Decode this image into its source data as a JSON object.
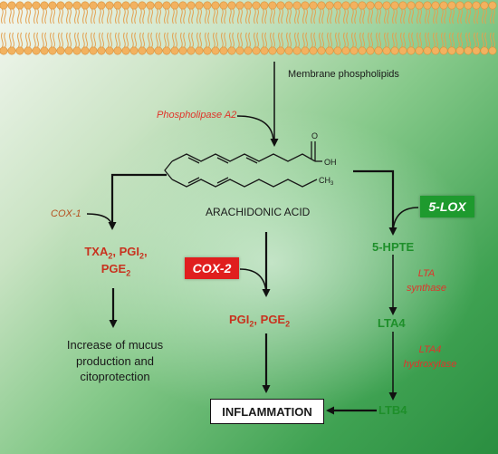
{
  "membrane_label": "Membrane phospholipids",
  "enzymes": {
    "phospholipase": "Phospholipase A2",
    "cox1": "COX-1",
    "cox2": "COX-2",
    "lox5": "5-LOX",
    "lta_synthase": [
      "LTA",
      "synthase"
    ],
    "lta4_hydroxylase": [
      "LTA4",
      "hydroxylase"
    ]
  },
  "molecule": {
    "name": "ARACHIDONIC ACID",
    "oh": "OH",
    "ch3": "CH",
    "ch3_sub": "3"
  },
  "cox1_products": {
    "line1": [
      {
        "t": "TXA",
        "s": ""
      },
      {
        "t": "",
        "s": "2"
      },
      {
        "t": ", PGI",
        "s": ""
      },
      {
        "t": "",
        "s": "2"
      },
      {
        "t": ",",
        "s": ""
      }
    ],
    "line2": [
      {
        "t": "PGE",
        "s": ""
      },
      {
        "t": "",
        "s": "2"
      }
    ]
  },
  "cox2_products": [
    {
      "t": "PGI",
      "s": ""
    },
    {
      "t": "",
      "s": "2"
    },
    {
      "t": ", PGE",
      "s": ""
    },
    {
      "t": "",
      "s": "2"
    }
  ],
  "lox_path": {
    "hpte": "5-HPTE",
    "lta4": "LTA4",
    "ltb4": "LTB4"
  },
  "outcomes": {
    "protection": [
      "Increase of mucus",
      "production and",
      "citoprotection"
    ],
    "inflammation": "INFLAMMATION"
  },
  "colors": {
    "cox2_box": "#e01e1e",
    "lox_box": "#1e9a2e",
    "enzyme_text": "#e0342a",
    "lox_text": "#1e8f2a",
    "product_text": "#c8321e",
    "membrane_head": "#f2b260"
  }
}
